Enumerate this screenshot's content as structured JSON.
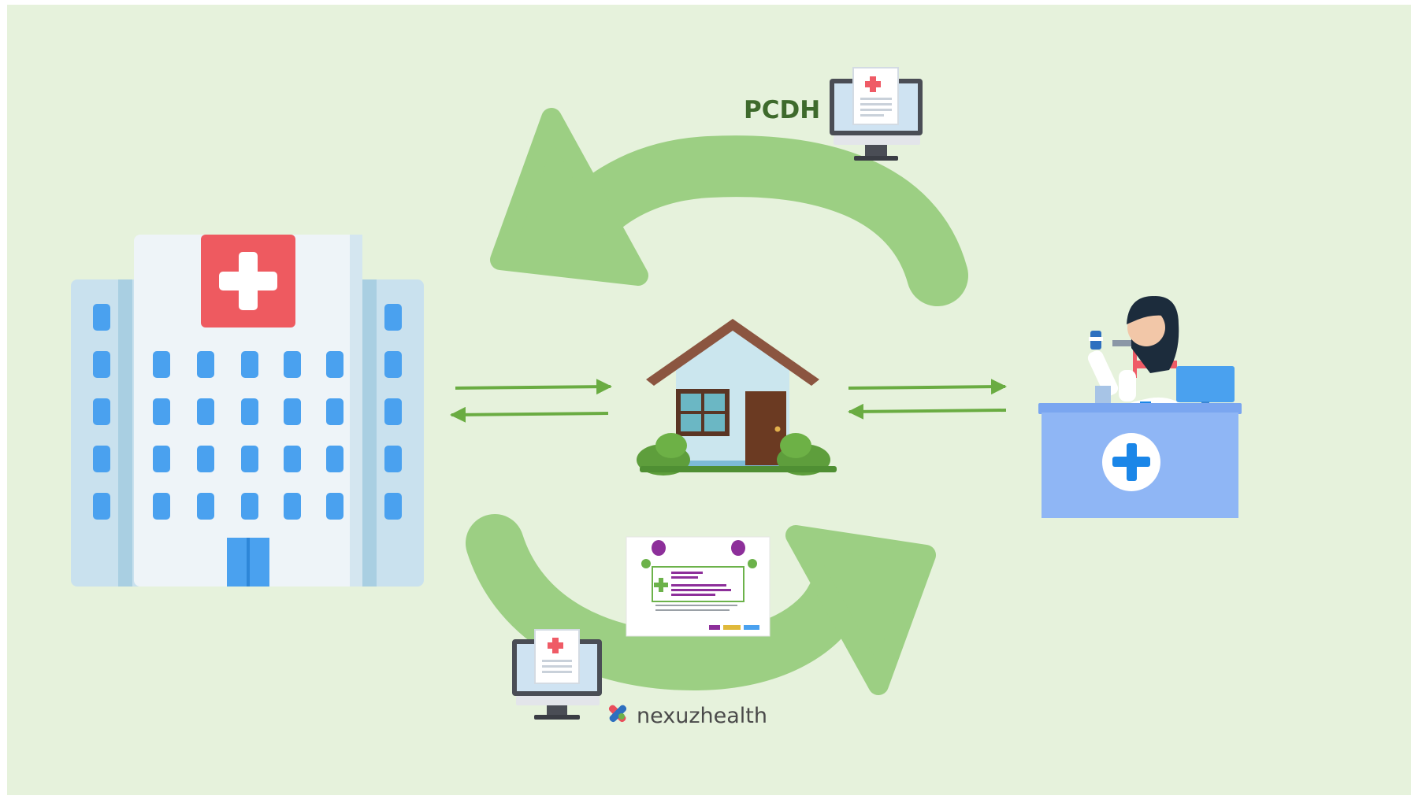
{
  "labels": {
    "pcdh": "PCDH",
    "brand": "nexuzhealth"
  },
  "nodes": {
    "left": "hospital-icon",
    "center": "home-icon",
    "right": "pharmacy-icon",
    "top_computer": "computer-document-icon",
    "bottom_computer": "computer-document-icon",
    "card": "medication-card-image"
  },
  "colors": {
    "background": "#e6f2dc",
    "cycle_arrow": "#9ccf83",
    "connector_arrow": "#6aac42",
    "label_text": "#3e6a2c",
    "hospital_cross": "#ee5a60",
    "pharmacy_counter": "#8fb6f5"
  }
}
